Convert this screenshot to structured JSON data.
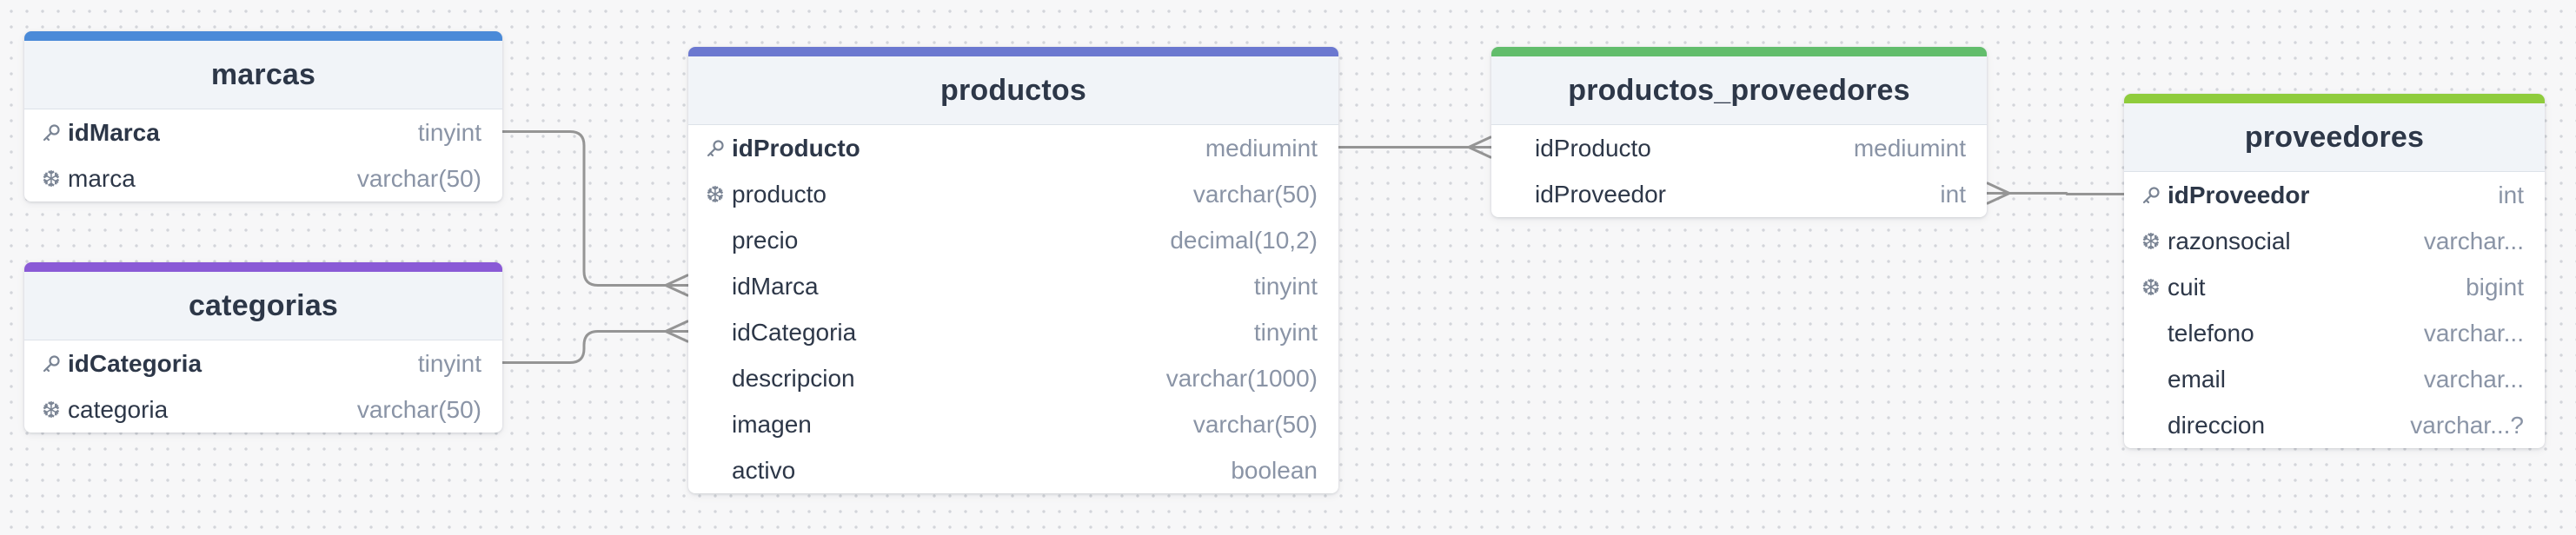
{
  "diagram": {
    "tables": [
      {
        "id": "marcas",
        "name": "marcas",
        "color": "#4a8ad8",
        "columns": [
          {
            "name": "idMarca",
            "type": "tinyint",
            "icon": "key-icon",
            "pk": true
          },
          {
            "name": "marca",
            "type": "varchar(50)",
            "icon": "unique-icon",
            "pk": false
          }
        ]
      },
      {
        "id": "categorias",
        "name": "categorias",
        "color": "#8a5ad6",
        "columns": [
          {
            "name": "idCategoria",
            "type": "tinyint",
            "icon": "key-icon",
            "pk": true
          },
          {
            "name": "categoria",
            "type": "varchar(50)",
            "icon": "unique-icon",
            "pk": false
          }
        ]
      },
      {
        "id": "productos",
        "name": "productos",
        "color": "#6b78d0",
        "columns": [
          {
            "name": "idProducto",
            "type": "mediumint",
            "icon": "key-icon",
            "pk": true
          },
          {
            "name": "producto",
            "type": "varchar(50)",
            "icon": "unique-icon",
            "pk": false
          },
          {
            "name": "precio",
            "type": "decimal(10,2)",
            "icon": "",
            "pk": false
          },
          {
            "name": "idMarca",
            "type": "tinyint",
            "icon": "",
            "pk": false
          },
          {
            "name": "idCategoria",
            "type": "tinyint",
            "icon": "",
            "pk": false
          },
          {
            "name": "descripcion",
            "type": "varchar(1000)",
            "icon": "",
            "pk": false
          },
          {
            "name": "imagen",
            "type": "varchar(50)",
            "icon": "",
            "pk": false
          },
          {
            "name": "activo",
            "type": "boolean",
            "icon": "",
            "pk": false
          }
        ]
      },
      {
        "id": "productos_proveedores",
        "name": "productos_proveedores",
        "color": "#62bd6c",
        "columns": [
          {
            "name": "idProducto",
            "type": "mediumint",
            "icon": "",
            "pk": false
          },
          {
            "name": "idProveedor",
            "type": "int",
            "icon": "",
            "pk": false
          }
        ]
      },
      {
        "id": "proveedores",
        "name": "proveedores",
        "color": "#8fcc3c",
        "columns": [
          {
            "name": "idProveedor",
            "type": "int",
            "icon": "key-icon",
            "pk": true
          },
          {
            "name": "razonsocial",
            "type": "varchar...",
            "icon": "unique-icon",
            "pk": false
          },
          {
            "name": "cuit",
            "type": "bigint",
            "icon": "unique-icon",
            "pk": false
          },
          {
            "name": "telefono",
            "type": "varchar...",
            "icon": "",
            "pk": false
          },
          {
            "name": "email",
            "type": "varchar...",
            "icon": "",
            "pk": false
          },
          {
            "name": "direccion",
            "type": "varchar...?",
            "icon": "",
            "pk": false
          }
        ]
      }
    ],
    "relations": [
      {
        "from_table": "marcas",
        "from_column": "idMarca",
        "to_table": "productos",
        "to_column": "idMarca",
        "cardinality": "one-to-many"
      },
      {
        "from_table": "categorias",
        "from_column": "idCategoria",
        "to_table": "productos",
        "to_column": "idCategoria",
        "cardinality": "one-to-many"
      },
      {
        "from_table": "productos",
        "from_column": "idProducto",
        "to_table": "productos_proveedores",
        "to_column": "idProducto",
        "cardinality": "one-to-many"
      },
      {
        "from_table": "proveedores",
        "from_column": "idProveedor",
        "to_table": "productos_proveedores",
        "to_column": "idProveedor",
        "cardinality": "one-to-many"
      }
    ],
    "link_color": "#959595"
  }
}
